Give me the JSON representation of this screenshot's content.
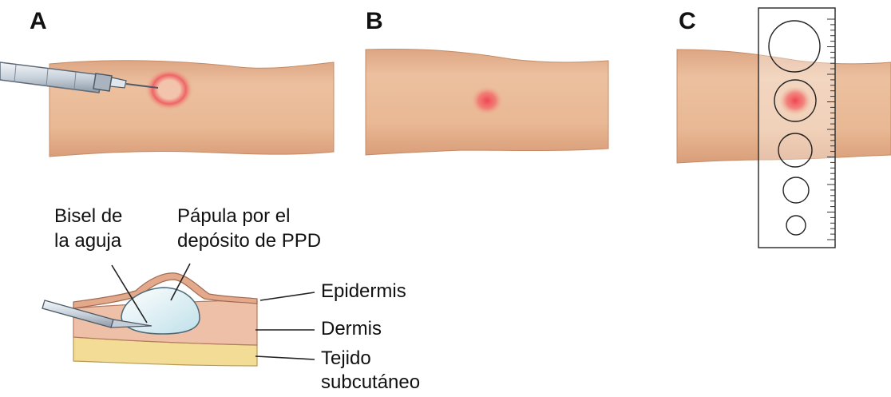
{
  "panels": {
    "a": "A",
    "b": "B",
    "c": "C"
  },
  "labels": {
    "bevel_line1": "Bisel de",
    "bevel_line2": "la aguja",
    "papule_line1": "Pápula por el",
    "papule_line2": "depósito de PPD",
    "epidermis": "Epidermis",
    "dermis": "Dermis",
    "subcutaneous_line1": "Tejido",
    "subcutaneous_line2": "subcutáneo"
  },
  "colors": {
    "skin": "#e8b892",
    "skin_shadow": "#d49a75",
    "reaction": "#f0525a",
    "dermis_layer": "#eec0a8",
    "fat_layer": "#f3dc96",
    "papule": "#d8eef3"
  }
}
